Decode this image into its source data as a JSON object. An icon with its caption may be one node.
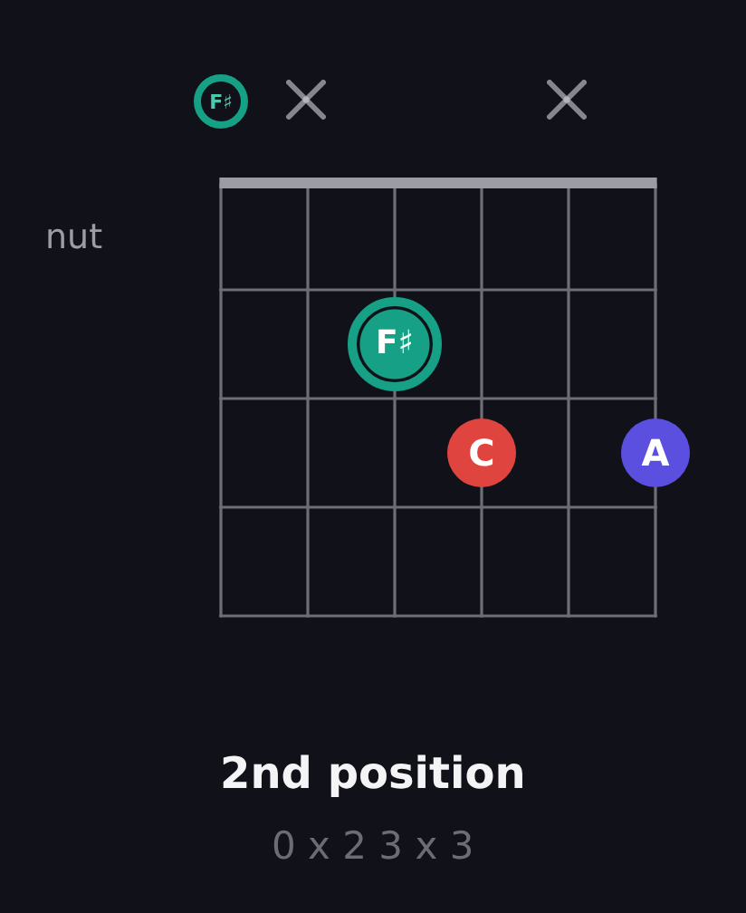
{
  "diagram": {
    "title": "2nd position",
    "nodes": [
      {
        "text": [
          "F♯"
        ]
      },
      {
        "text": [
          "F♯"
        ]
      },
      {
        "text": [
          "C"
        ]
      },
      {
        "text": [
          "A"
        ]
      }
    ],
    "labels": [
      "nut",
      "0 x 2 3 x 3"
    ]
  }
}
